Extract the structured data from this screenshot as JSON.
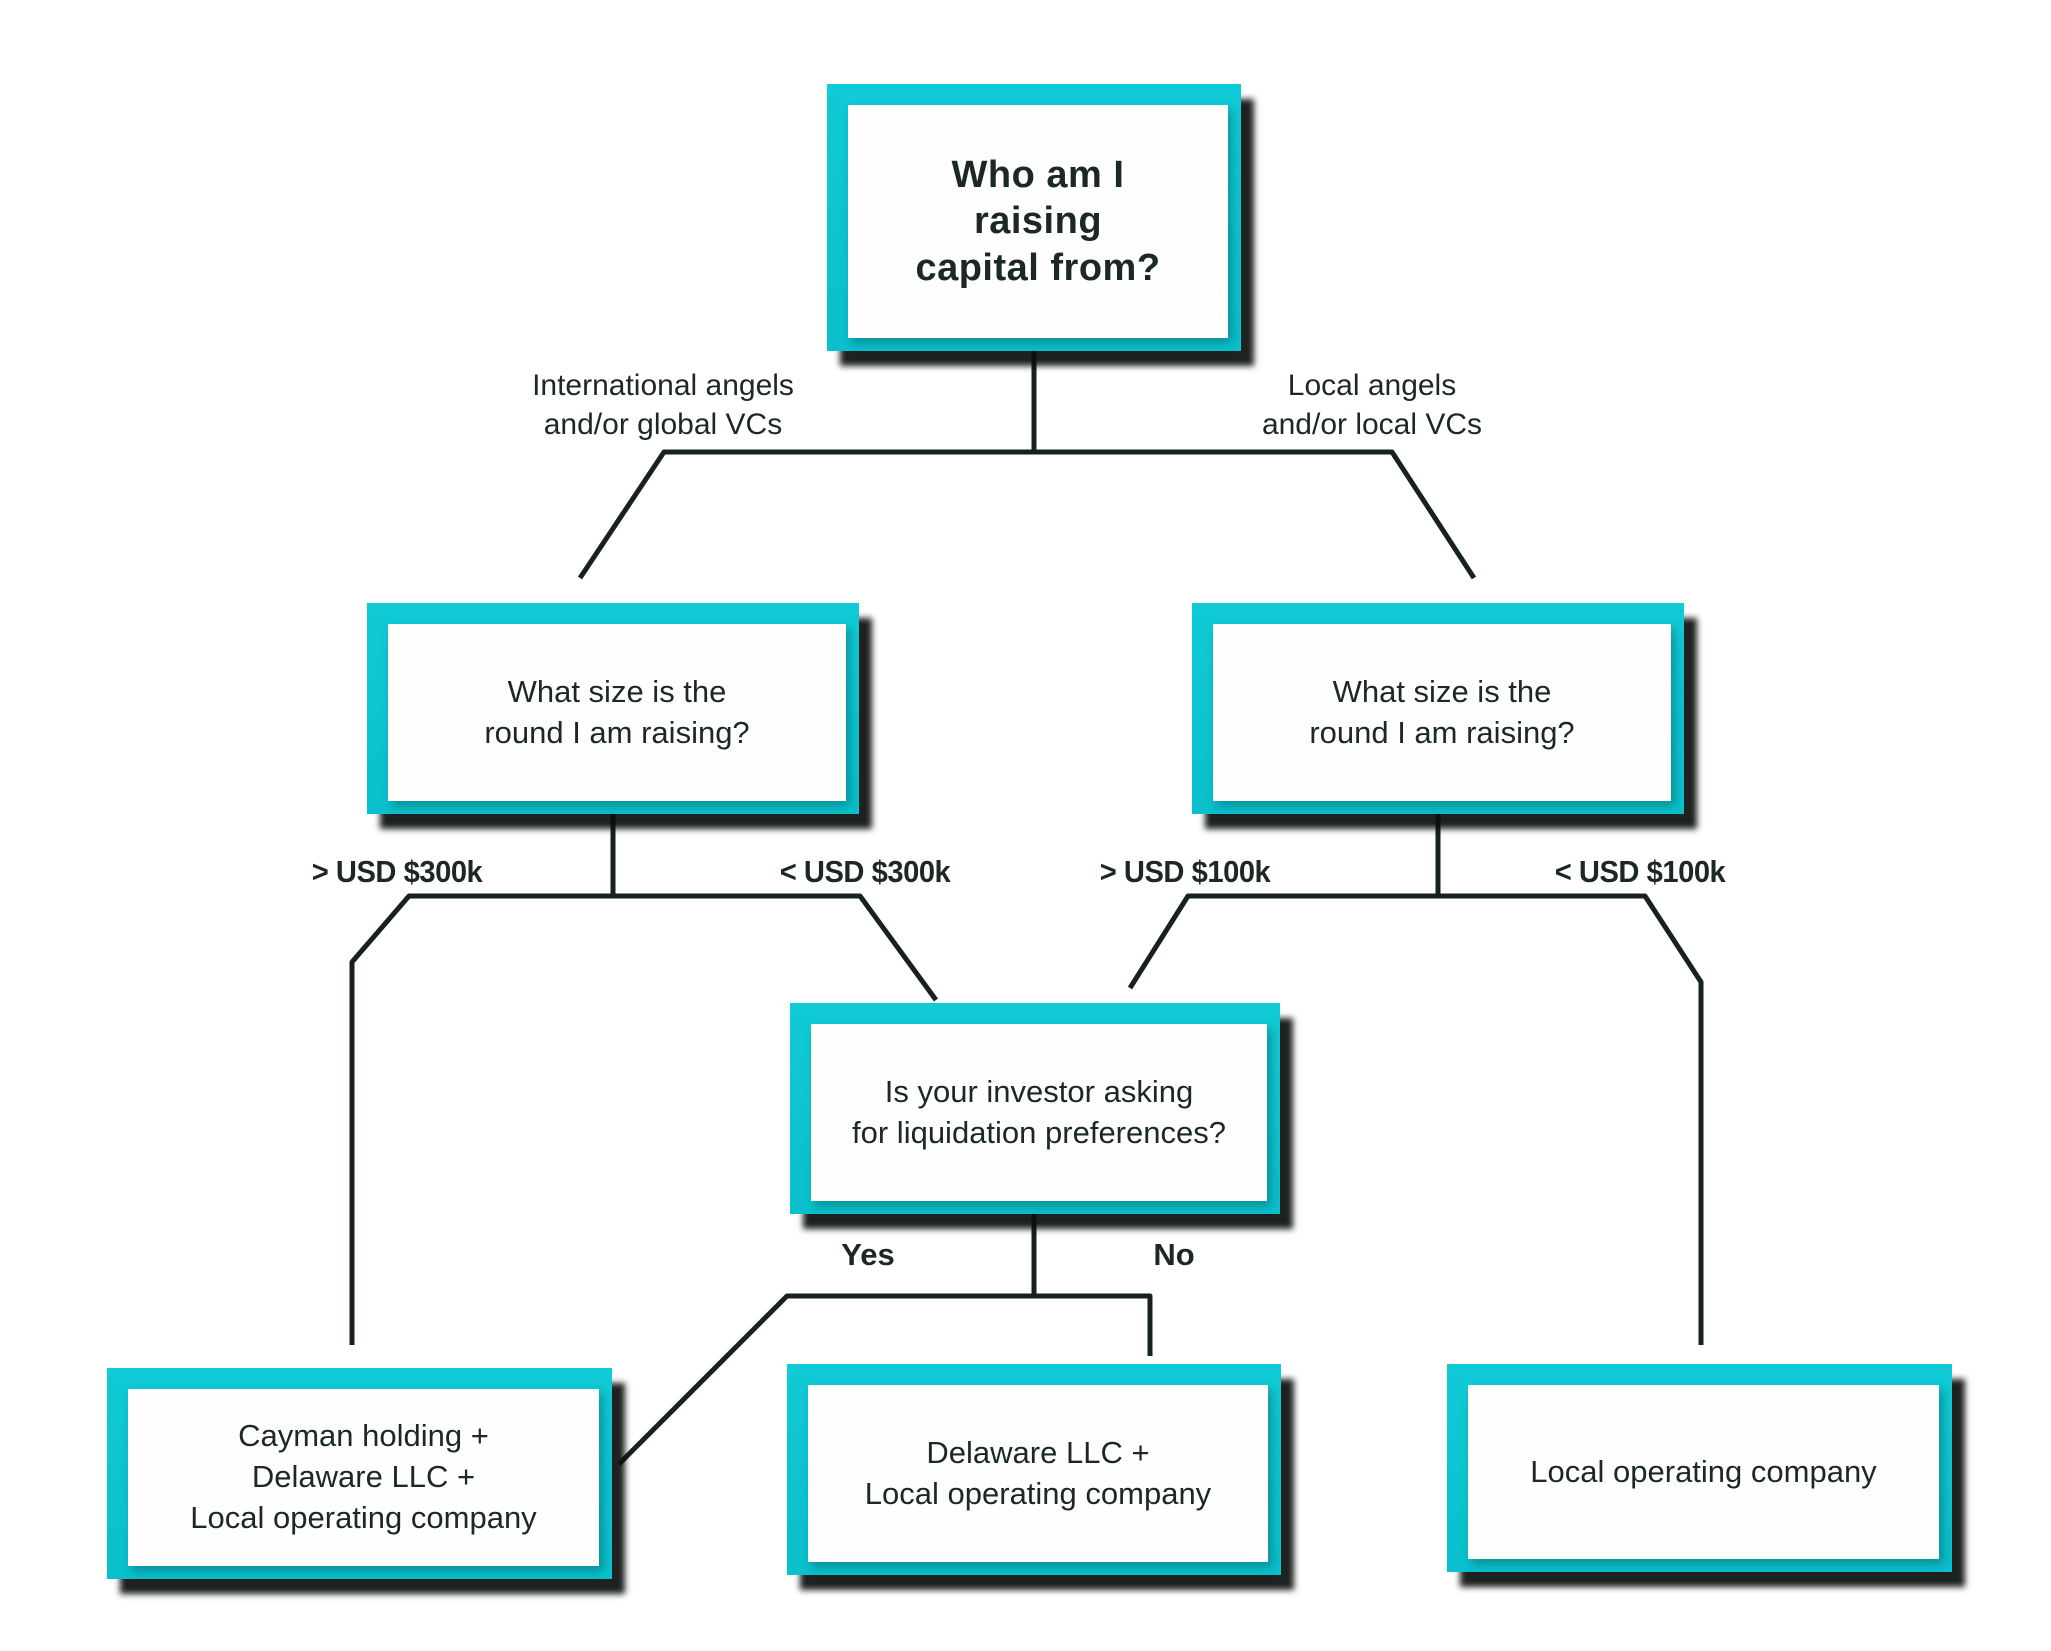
{
  "colors": {
    "teal_top": "#10cad5",
    "teal_bottom": "#09c0cc",
    "ink": "#1c2824",
    "line": "#17211d"
  },
  "nodes": {
    "root": {
      "label": "Who am I\nraising\ncapital from?"
    },
    "size_left": {
      "label": "What size is the\nround I am raising?"
    },
    "size_right": {
      "label": "What size is the\nround I am raising?"
    },
    "liquidation": {
      "label": "Is your investor asking\nfor liquidation preferences?"
    },
    "cayman": {
      "label": "Cayman holding +\nDelaware LLC +\nLocal operating company"
    },
    "delaware": {
      "label": "Delaware LLC +\nLocal operating company"
    },
    "local": {
      "label": "Local operating company"
    }
  },
  "edges": {
    "international": {
      "label": "International angels\nand/or global VCs"
    },
    "local_angels": {
      "label": "Local angels\nand/or local VCs"
    },
    "gt300": {
      "label": "> USD $300k"
    },
    "lt300": {
      "label": "< USD $300k"
    },
    "gt100": {
      "label": "> USD $100k"
    },
    "lt100": {
      "label": "< USD $100k"
    },
    "yes": {
      "label": "Yes"
    },
    "no": {
      "label": "No"
    }
  }
}
